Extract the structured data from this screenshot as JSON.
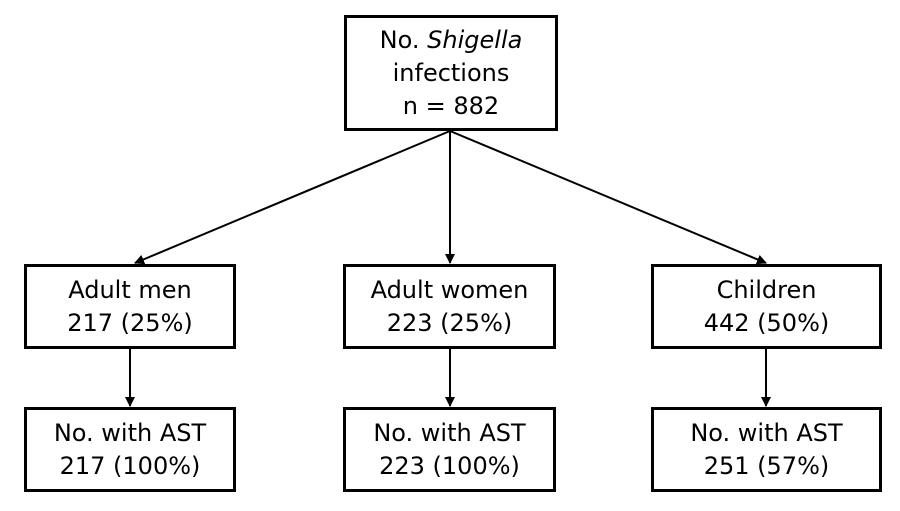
{
  "root": {
    "line1_prefix": "No.",
    "line1_italic": "Shigella",
    "line2": "infections",
    "line3": "n = 882"
  },
  "groups": [
    {
      "label": "Adult men",
      "count": "217 (25%)",
      "ast_label": "No. with AST",
      "ast_count": "217 (100%)"
    },
    {
      "label": "Adult women",
      "count": "223 (25%)",
      "ast_label": "No. with AST",
      "ast_count": "223 (100%)"
    },
    {
      "label": "Children",
      "count": "442 (50%)",
      "ast_label": "No. with AST",
      "ast_count": "251 (57%)"
    }
  ]
}
